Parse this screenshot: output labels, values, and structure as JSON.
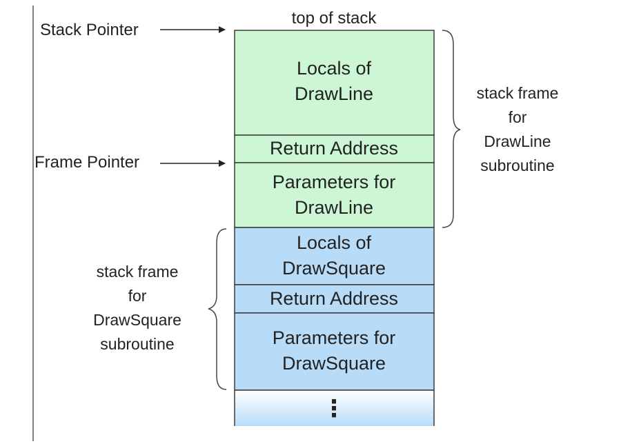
{
  "top_label": "top of stack",
  "pointers": {
    "stack_pointer": "Stack Pointer",
    "frame_pointer": "Frame Pointer"
  },
  "cells": {
    "locals_drawline": [
      "Locals of",
      "DrawLine"
    ],
    "return_drawline": "Return Address",
    "params_drawline": [
      "Parameters for",
      "DrawLine"
    ],
    "locals_drawsquare": [
      "Locals of",
      "DrawSquare"
    ],
    "return_drawsquare": "Return Address",
    "params_drawsquare": [
      "Parameters for",
      "DrawSquare"
    ],
    "continuation": "⋮"
  },
  "frames": {
    "drawline": [
      "stack frame",
      "for",
      "DrawLine",
      "subroutine"
    ],
    "drawsquare": [
      "stack frame",
      "for",
      "DrawSquare",
      "subroutine"
    ]
  },
  "colors": {
    "green_frame": "#ccf6d4",
    "blue_frame": "#b8dcf8",
    "outline": "#3a3a3a"
  }
}
